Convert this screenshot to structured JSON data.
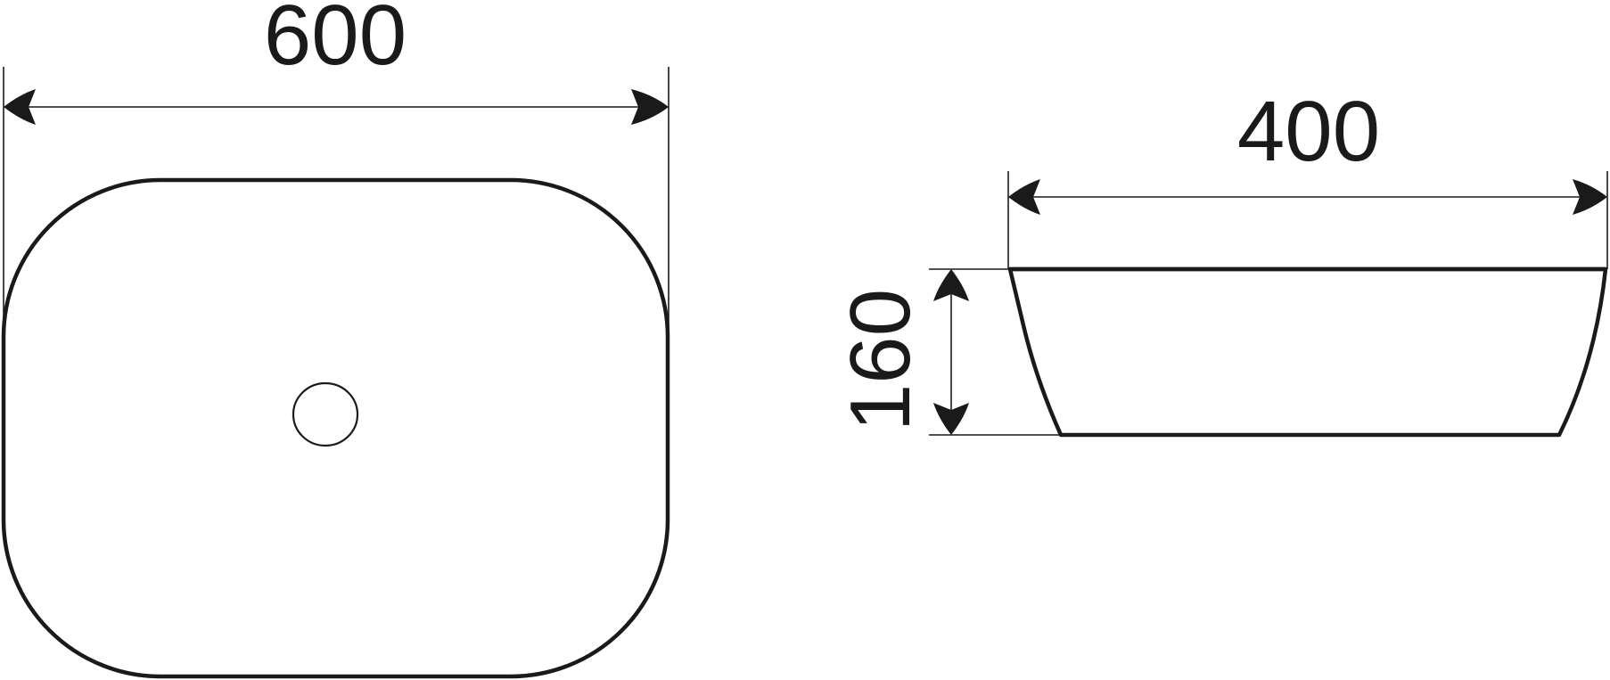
{
  "top_view": {
    "width_label": "600"
  },
  "side_view": {
    "width_label": "400",
    "height_label": "160"
  }
}
